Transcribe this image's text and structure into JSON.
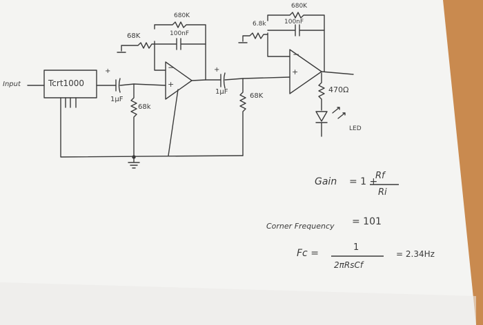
{
  "labels": {
    "input": "Input",
    "device": "Tcrt1000",
    "r_input_feedback": "68K",
    "r_feedback_1": "680K",
    "c_feedback_1": "100nF",
    "c_coupling_1": "1µF",
    "c_coupling_1_sign": "+",
    "r_bias_1": "68k",
    "c_coupling_2": "1µF",
    "c_coupling_2_sign": "+",
    "r_bias_2": "68K",
    "r_input_2": "6.8k",
    "r_feedback_2": "680K",
    "c_feedback_2": "100nF",
    "r_led": "470Ω",
    "led": "LED",
    "opamp1_minus": "−",
    "opamp1_plus": "+",
    "opamp2_minus": "−",
    "opamp2_plus": "+"
  },
  "equations": {
    "gain_label": "Gain",
    "gain_formula_lhs": "= 1 +",
    "gain_num": "Rf",
    "gain_den": "Ri",
    "gain_value": "= 101",
    "corner_label": "Corner Frequency",
    "fc_lhs": "Fc =",
    "fc_num": "1",
    "fc_den": "2πRsCf",
    "fc_value": "= 2.34Hz"
  },
  "colors": {
    "paper": "#f4f4f2",
    "ink": "#3a3a3a",
    "wood": "#c98a4f",
    "desk": "#d7d6d3"
  }
}
